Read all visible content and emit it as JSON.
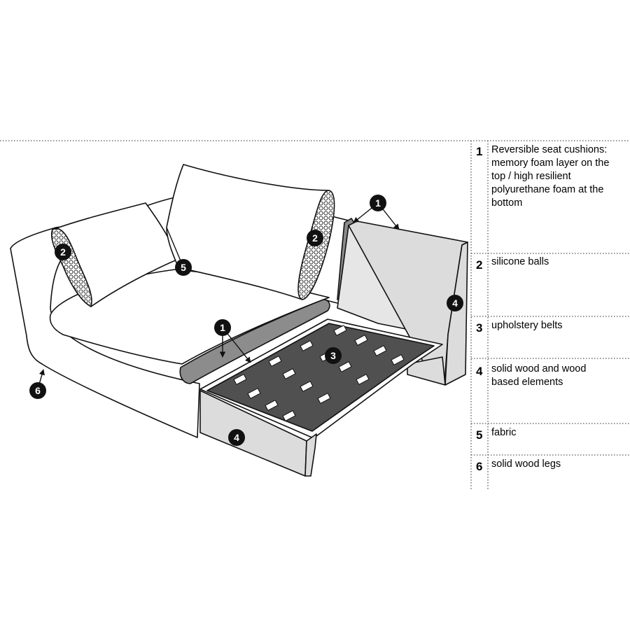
{
  "legend": [
    {
      "number": "1",
      "lines": [
        "Reversible seat cushions:",
        "memory foam layer on the",
        "top / high resilient",
        "polyurethane foam at the",
        "bottom"
      ]
    },
    {
      "number": "2",
      "lines": [
        "silicone balls"
      ]
    },
    {
      "number": "3",
      "lines": [
        "upholstery belts"
      ]
    },
    {
      "number": "4",
      "lines": [
        "solid wood and wood",
        "based elements"
      ]
    },
    {
      "number": "5",
      "lines": [
        "fabric"
      ]
    },
    {
      "number": "6",
      "lines": [
        "solid wood legs"
      ]
    }
  ],
  "callouts": [
    {
      "label": "1",
      "part": "top-cushion"
    },
    {
      "label": "1",
      "part": "seat-cushion"
    },
    {
      "label": "2",
      "part": "left-pillow-side"
    },
    {
      "label": "2",
      "part": "right-pillow-side"
    },
    {
      "label": "3",
      "part": "belts"
    },
    {
      "label": "4",
      "part": "back-panel"
    },
    {
      "label": "4",
      "part": "front-panel"
    },
    {
      "label": "5",
      "part": "fabric"
    },
    {
      "label": "6",
      "part": "leg"
    }
  ],
  "colors": {
    "outline": "#111111",
    "belt": "#505050",
    "cushion_gray": "#8c8c8c",
    "panel": "#dcdcdc",
    "marker": "#111111"
  }
}
